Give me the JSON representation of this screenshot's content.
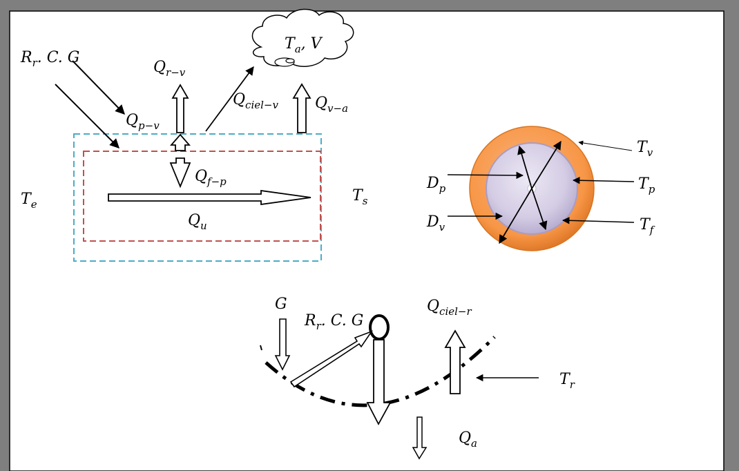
{
  "labels": {
    "rr_cg_top": {
      "main": "R",
      "sub": "r",
      "rest": ". C. G"
    },
    "q_r_v": {
      "main": "Q",
      "sub": "r−v"
    },
    "ta_v": {
      "main": "T",
      "sub": "a",
      "rest": ", V"
    },
    "q_ciel_v": {
      "main": "Q",
      "sub": "ciel−v"
    },
    "q_v_a": {
      "main": "Q",
      "sub": "v−a"
    },
    "q_p_v": {
      "main": "Q",
      "sub": "p−v"
    },
    "q_f_p": {
      "main": "Q",
      "sub": "f−p"
    },
    "t_e": {
      "main": "T",
      "sub": "e"
    },
    "t_s": {
      "main": "T",
      "sub": "s"
    },
    "q_u": {
      "main": "Q",
      "sub": "u"
    },
    "t_v": {
      "main": "T",
      "sub": "v"
    },
    "t_p": {
      "main": "T",
      "sub": "p"
    },
    "t_f": {
      "main": "T",
      "sub": "f"
    },
    "d_p": {
      "main": "D",
      "sub": "p"
    },
    "d_v": {
      "main": "D",
      "sub": "v"
    },
    "g": {
      "main": "G"
    },
    "rr_cg_bottom": {
      "main": "R",
      "sub": "r",
      "rest": ". C. G"
    },
    "q_ciel_r": {
      "main": "Q",
      "sub": "ciel−r"
    },
    "t_r": {
      "main": "T",
      "sub": "r"
    },
    "q_a": {
      "main": "Q",
      "sub": "a"
    }
  },
  "colors": {
    "frame_shadow": "#808080",
    "outer_box": "#4bacc6",
    "inner_box": "#c0504d",
    "glass": "#f79646",
    "absorber": "#ddd6e8"
  }
}
